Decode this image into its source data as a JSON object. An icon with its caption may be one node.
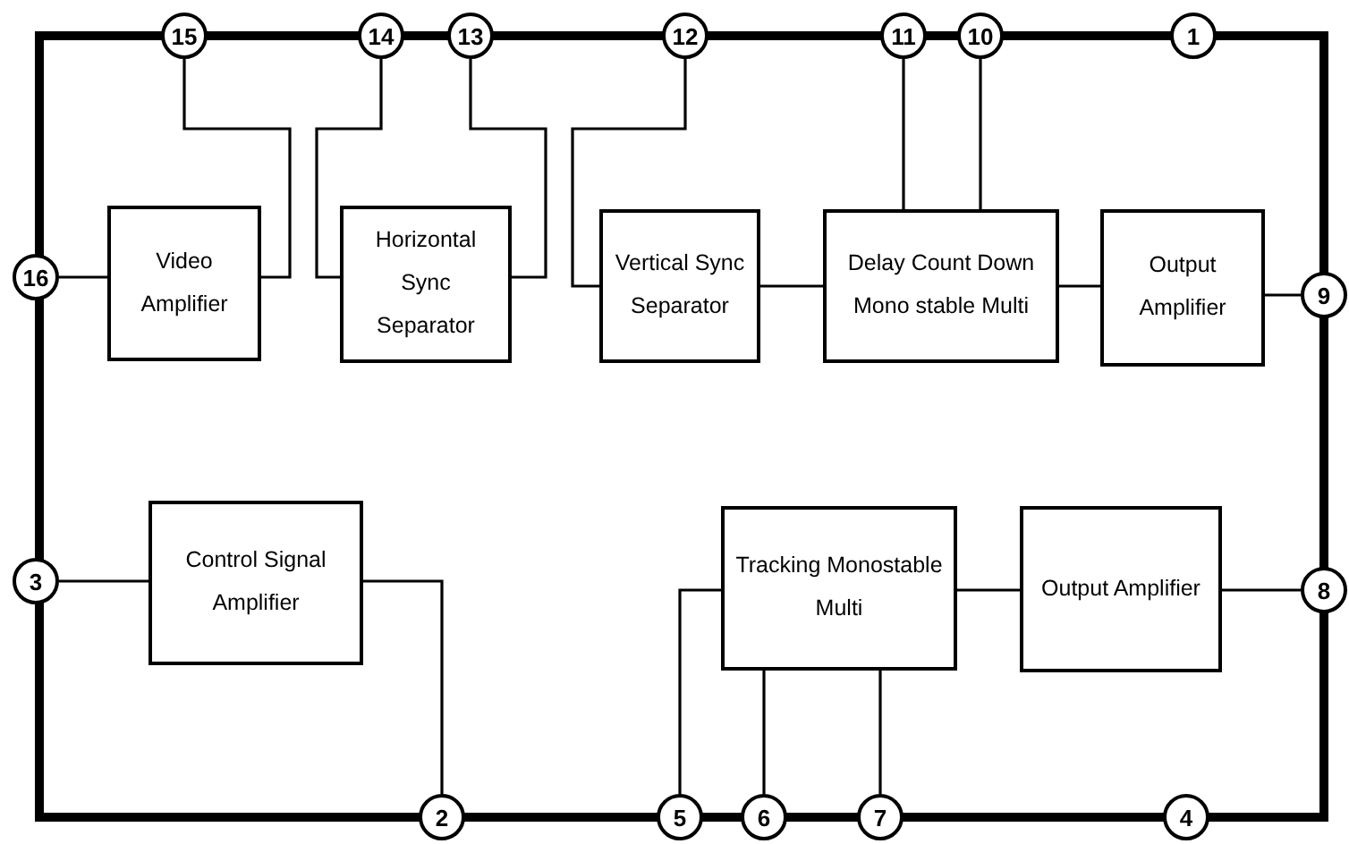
{
  "diagram": {
    "nodes": [
      {
        "text": [
          "15"
        ]
      },
      {
        "text": [
          "14"
        ]
      },
      {
        "text": [
          "13"
        ]
      },
      {
        "text": [
          "12"
        ]
      },
      {
        "text": [
          "11"
        ]
      },
      {
        "text": [
          "10"
        ]
      },
      {
        "text": [
          "1"
        ]
      },
      {
        "text": [
          "16"
        ]
      },
      {
        "text": [
          "Video Amplifier"
        ]
      },
      {
        "text": [
          "Horizontal Sync Separator"
        ]
      },
      {
        "text": [
          "Vertical Sync Separator"
        ]
      },
      {
        "text": [
          "Delay Count Down Mono stable Multi"
        ]
      },
      {
        "text": [
          "Output Amplifier"
        ]
      },
      {
        "text": [
          "9"
        ]
      },
      {
        "text": [
          "3"
        ]
      },
      {
        "text": [
          "Control Signal Amplifier"
        ]
      },
      {
        "text": [
          "Tracking Monostable Multi"
        ]
      },
      {
        "text": [
          "Output Amplifier"
        ]
      },
      {
        "text": [
          "8"
        ]
      },
      {
        "text": [
          "2"
        ]
      },
      {
        "text": [
          "5"
        ]
      },
      {
        "text": [
          "6"
        ]
      },
      {
        "text": [
          "7"
        ]
      },
      {
        "text": [
          "4"
        ]
      }
    ],
    "edges": [
      {
        "from": 7,
        "to": 8,
        "arrow": "none"
      },
      {
        "from": 0,
        "to": 8,
        "arrow": "none"
      },
      {
        "from": 1,
        "to": 9,
        "arrow": "none"
      },
      {
        "from": 2,
        "to": 9,
        "arrow": "none"
      },
      {
        "from": 3,
        "to": 10,
        "arrow": "none"
      },
      {
        "from": 10,
        "to": 11,
        "arrow": "none"
      },
      {
        "from": 4,
        "to": 11,
        "arrow": "none"
      },
      {
        "from": 5,
        "to": 11,
        "arrow": "none"
      },
      {
        "from": 11,
        "to": 12,
        "arrow": "none"
      },
      {
        "from": 12,
        "to": 13,
        "arrow": "none"
      },
      {
        "from": 14,
        "to": 15,
        "arrow": "none"
      },
      {
        "from": 15,
        "to": 19,
        "arrow": "none"
      },
      {
        "from": 16,
        "to": 20,
        "arrow": "none"
      },
      {
        "from": 16,
        "to": 21,
        "arrow": "none"
      },
      {
        "from": 16,
        "to": 22,
        "arrow": "none"
      },
      {
        "from": 16,
        "to": 17,
        "arrow": "none"
      },
      {
        "from": 17,
        "to": 18,
        "arrow": "none"
      }
    ]
  }
}
